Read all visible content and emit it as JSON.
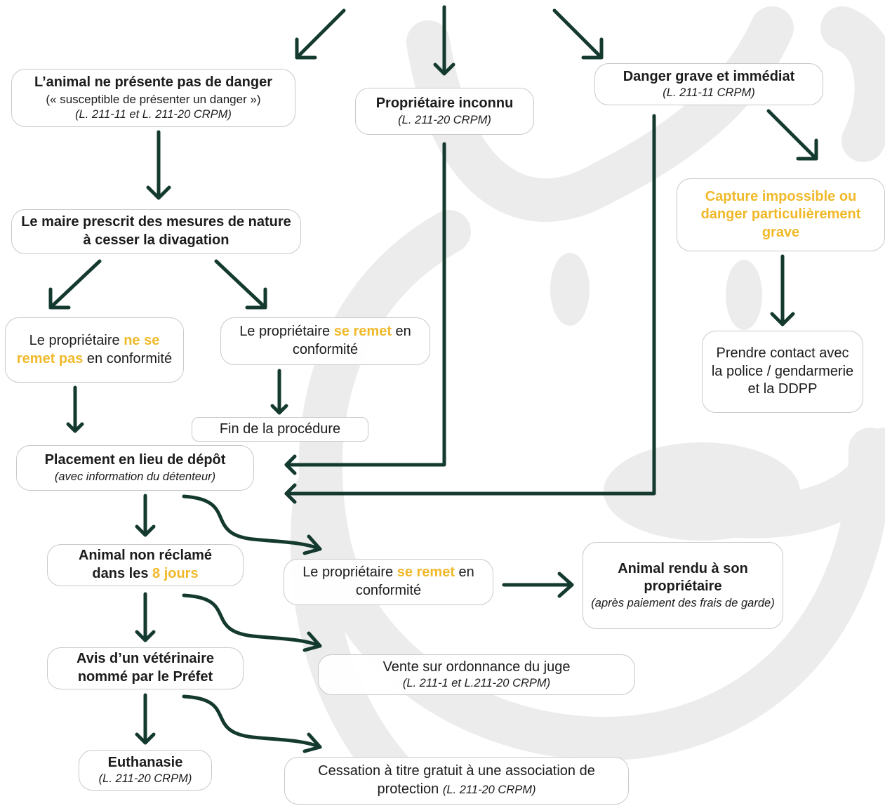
{
  "colors": {
    "accent": "#f0b92a",
    "arrow": "#143a2f",
    "border": "#c9c9c9",
    "watermark": "#ececec"
  },
  "watermark": {
    "icon": "cow-head-logo-icon"
  },
  "boxes": {
    "no_danger": {
      "title": "L’animal ne présente pas de danger",
      "subtitle": "(« susceptible de présenter un danger »)",
      "ref": "(L. 211-11 et L. 211-20 CRPM)"
    },
    "owner_unknown": {
      "title": "Propriétaire inconnu",
      "ref": "(L. 211-20 CRPM)"
    },
    "grave_danger": {
      "title": "Danger grave et immédiat",
      "ref": "(L. 211-11 CRPM)"
    },
    "capture": {
      "title": "Capture impossible ou danger particulièrement grave"
    },
    "contact": {
      "text": "Prendre contact avec la police / gendarmerie et la DDPP"
    },
    "mayor": {
      "title": "Le maire prescrit des mesures de nature à cesser la divagation"
    },
    "owner_not_comply": {
      "pre": "Le propriétaire ",
      "highlight": "ne se remet pas",
      "post": " en conformité"
    },
    "owner_comply": {
      "pre": "Le propriétaire ",
      "highlight": "se remet",
      "post": " en conformité"
    },
    "end": {
      "text": "Fin de la procédure"
    },
    "placement": {
      "title": "Placement en lieu de dépôt",
      "ref": "(avec information du détenteur)"
    },
    "unclaimed": {
      "pre": "Animal non réclamé",
      "mid": "dans les ",
      "highlight": "8 jours"
    },
    "owner_comply_2": {
      "pre": "Le propriétaire ",
      "highlight": "se remet",
      "post": " en conformité"
    },
    "returned": {
      "title": "Animal rendu à son propriétaire",
      "ref": "(après paiement des frais de garde)"
    },
    "vet": {
      "title": "Avis d’un vétérinaire nommé par le Préfet"
    },
    "sale": {
      "text": "Vente sur ordonnance du juge",
      "ref": "(L. 211-1 et L.211-20 CRPM)"
    },
    "euthanasia": {
      "title": "Euthanasie",
      "ref": "(L. 211-20 CRPM)"
    },
    "cession": {
      "text": "Cessation à titre gratuit à une association de protection ",
      "ref": "(L. 211-20 CRPM)"
    }
  }
}
